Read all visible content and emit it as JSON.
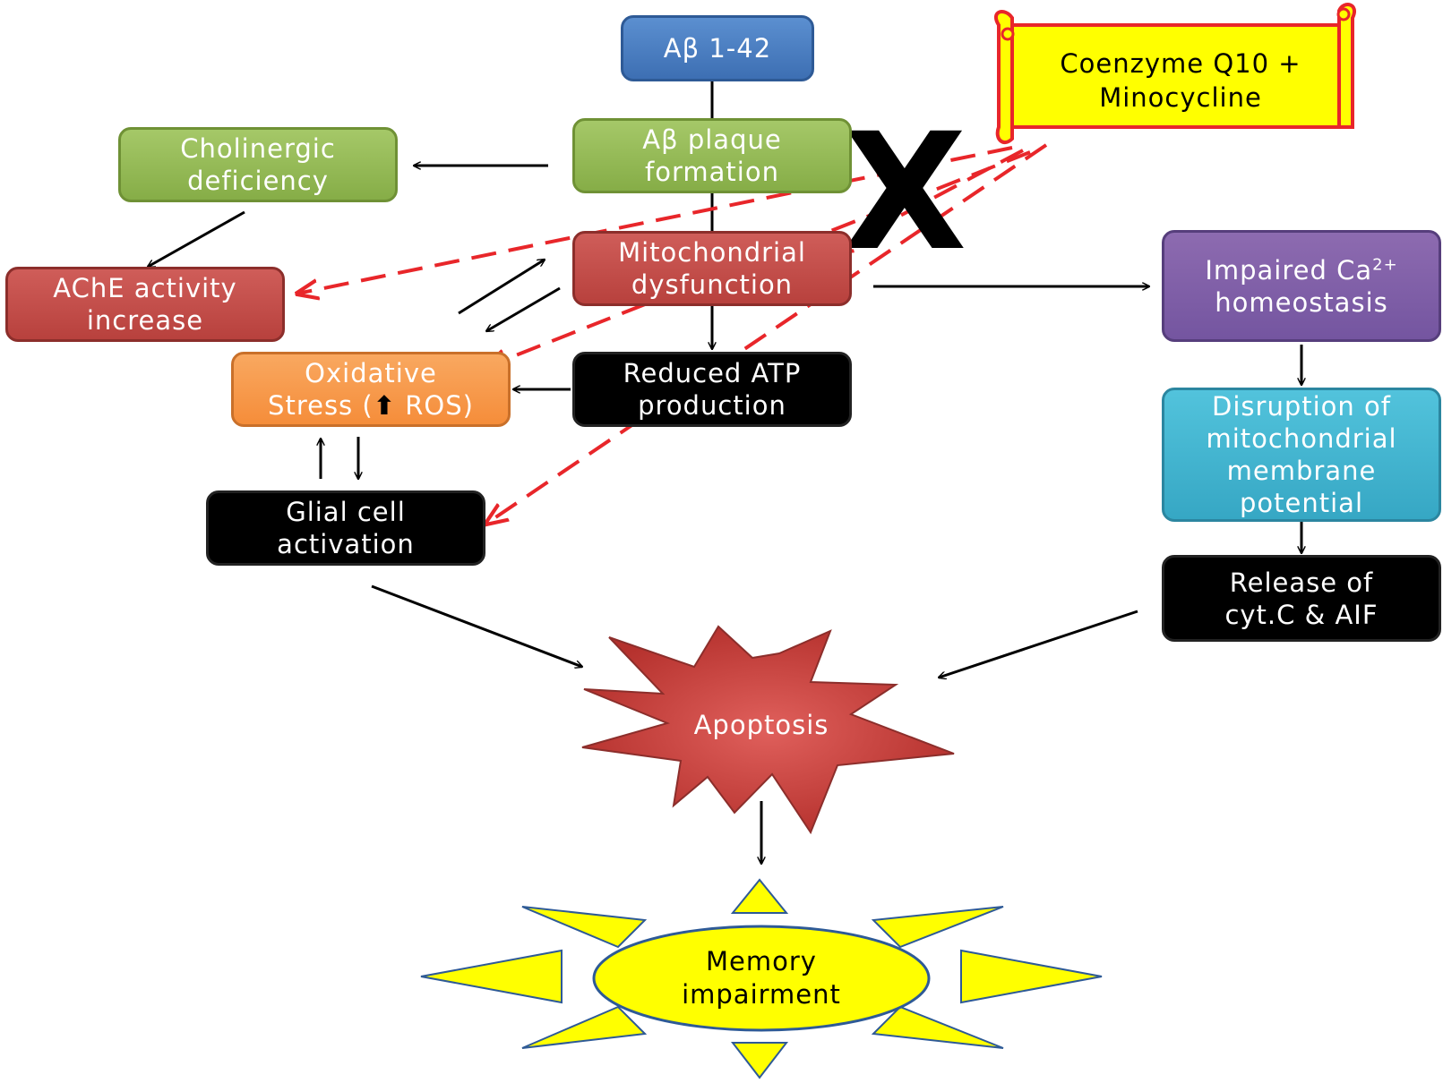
{
  "nodes": {
    "abeta": "Aβ 1-42",
    "plaque": "Aβ  plaque formation",
    "cholinergic": "Cholinergic deficiency",
    "ache": "AChE activity increase",
    "mito": "Mitochondrial dysfunction",
    "oxidative_line1": "Oxidative",
    "oxidative_line2_pre": "Stress (",
    "oxidative_line2_post": " ROS)",
    "atp": "Reduced ATP production",
    "glial": "Glial cell activation",
    "calcium_pre": "Impaired Ca",
    "calcium_sup": "2+",
    "calcium_post": "homeostasis",
    "membrane": "Disruption of mitochondrial membrane potential",
    "cytc": "Release of cyt.C & AIF",
    "apoptosis": "Apoptosis",
    "memory": "Memory impairment"
  },
  "treatment": {
    "label": "Coenzyme Q10 + Minocycline",
    "block_mark": "X"
  },
  "colors": {
    "inhibition_arrow": "#e8262a",
    "scroll_fill": "#ffff00",
    "scroll_border": "#e8262a",
    "apoptosis_star": "#c0403c",
    "sun_fill": "#ffff00",
    "sun_border": "#2e5a96"
  },
  "icons": {
    "oxidative_increase": "up-arrow-icon"
  }
}
